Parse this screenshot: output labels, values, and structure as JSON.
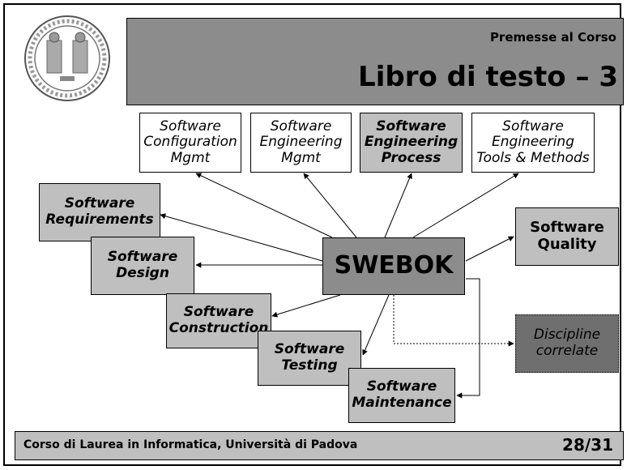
{
  "header": {
    "course_title": "Premesse al Corso",
    "slide_title": "Libro di testo – 3"
  },
  "logo": {
    "icon": "university-seal-icon"
  },
  "diagram": {
    "center": "SWEBOK",
    "top_nodes": [
      {
        "label": "Software\nConfiguration\nMgmt"
      },
      {
        "label": "Software\nEngineering\nMgmt"
      },
      {
        "label": "Software\nEngineering\nProcess"
      },
      {
        "label": "Software\nEngineering\nTools & Methods"
      }
    ],
    "left_nodes": [
      {
        "label": "Software\nRequirements"
      },
      {
        "label": "Software\nDesign"
      },
      {
        "label": "Software\nConstruction"
      },
      {
        "label": "Software\nTesting"
      },
      {
        "label": "Software\nMaintenance"
      }
    ],
    "right_nodes": [
      {
        "label": "Software\nQuality"
      },
      {
        "label": "Discipline\ncorrelate"
      }
    ]
  },
  "footer": {
    "left": "Corso di Laurea in Informatica, Università di Padova",
    "page": "28/31"
  },
  "colors": {
    "header_grey": "#8c8c8c",
    "box_grey": "#bfbfbf",
    "dark_grey": "#6f6f6f"
  }
}
